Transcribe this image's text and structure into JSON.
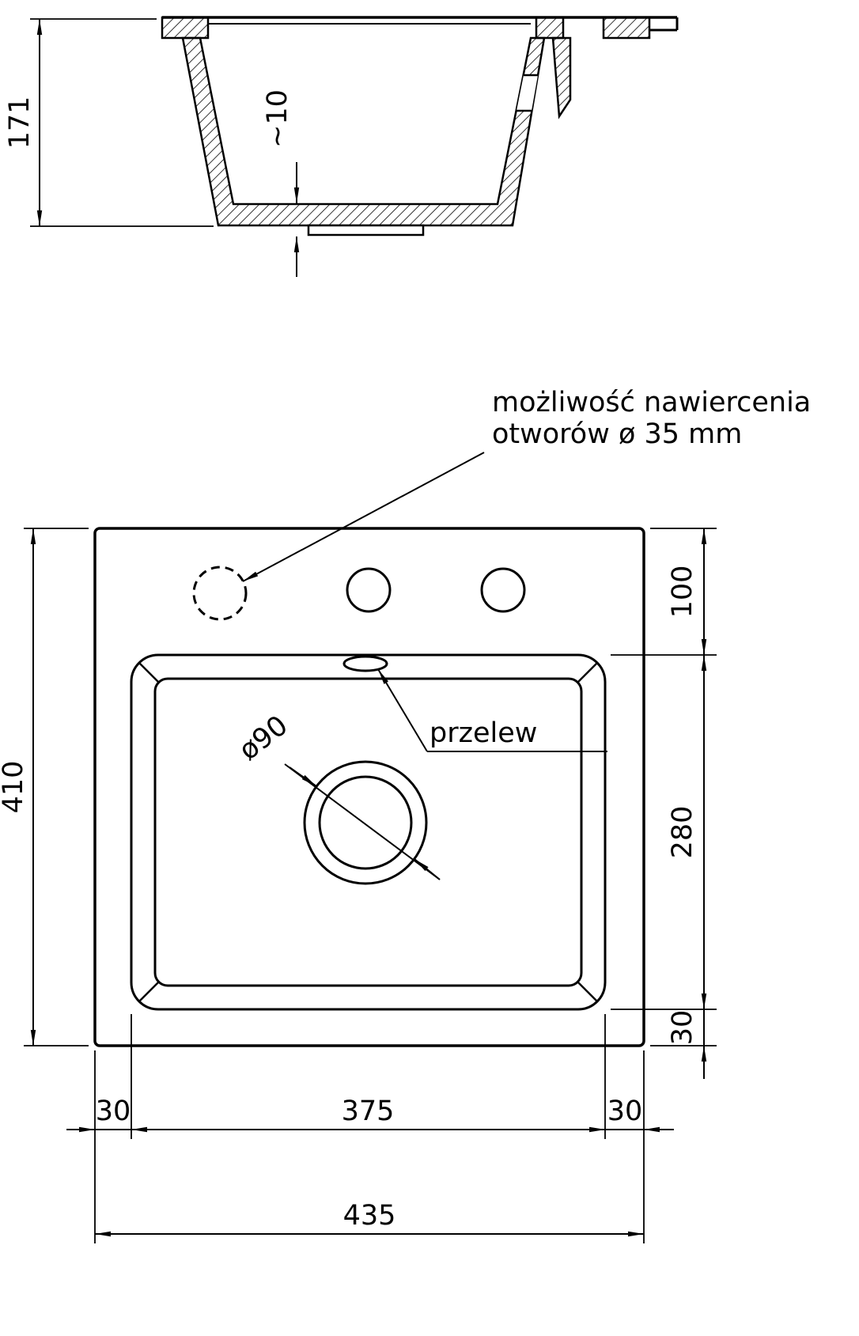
{
  "colors": {
    "ink": "#000000",
    "paper": "#ffffff"
  },
  "section_view": {
    "height": "171",
    "bottom_thickness": "~10"
  },
  "plan_view": {
    "note_line1": "możliwość nawiercenia",
    "note_line2": "otworów ø 35 mm",
    "overflow": "przelew",
    "drain_diameter": "ø90",
    "depth_total": "410",
    "offset_top": "100",
    "bowl_length": "280",
    "offset_bottom": "30",
    "offset_left": "30",
    "bowl_width": "375",
    "offset_right": "30",
    "width_total": "435"
  }
}
